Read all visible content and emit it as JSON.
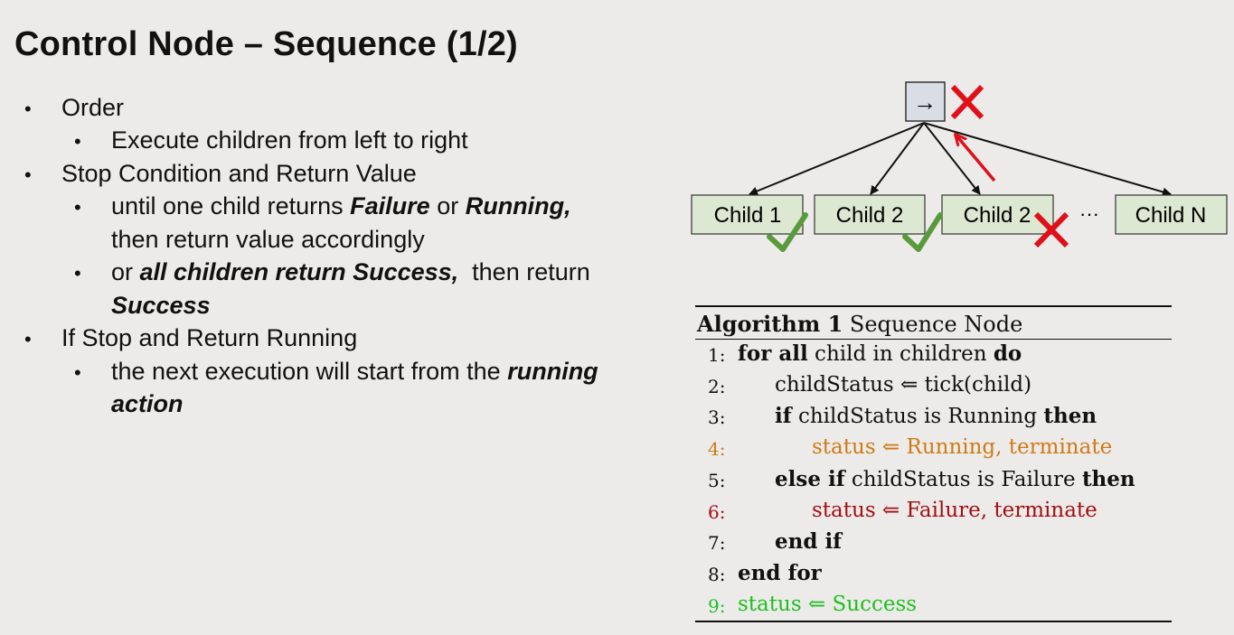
{
  "title": "Control Node – Sequence (1/2)",
  "bullets": [
    {
      "text": "Order"
    },
    {
      "text": "Execute children from left to right"
    },
    {
      "text": "Stop Condition and Return Value"
    },
    {
      "pre": "until one child returns ",
      "em1": "Failure",
      "mid": " or ",
      "em2": "Running,"
    },
    {
      "text": "then return value accordingly"
    },
    {
      "pre": "or ",
      "em1": "all children return Success,",
      "post": "  then return"
    },
    {
      "em1": "Success"
    },
    {
      "text": "If Stop and Return Running"
    },
    {
      "pre": "the next execution will start from the ",
      "em1": "running"
    },
    {
      "em1": "action"
    }
  ],
  "tree": {
    "root_symbol": "→",
    "children": [
      "Child 1",
      "Child 2",
      "Child 2",
      "Child N"
    ],
    "ellipsis": "···",
    "colors": {
      "box_fill": "#dde8d2",
      "root_fill": "#d8dde6",
      "check": "#5a9a3c",
      "cross": "#e0101a",
      "arrow": "#e0101a"
    }
  },
  "algorithm": {
    "caption_bold": "Algorithm 1",
    "caption_rest": " Sequence Node",
    "lines": [
      {
        "num": "1:",
        "parts": [
          {
            "b": "for all"
          },
          {
            "t": " child in children "
          },
          {
            "b": "do"
          }
        ]
      },
      {
        "num": "2:",
        "parts": [
          {
            "t": "childStatus ⇐ tick(child)"
          }
        ]
      },
      {
        "num": "3:",
        "parts": [
          {
            "b": "if"
          },
          {
            "t": " childStatus is Running "
          },
          {
            "b": "then"
          }
        ]
      },
      {
        "num": "4:",
        "parts": [
          {
            "t": "status ⇐ Running, terminate"
          }
        ]
      },
      {
        "num": "5:",
        "parts": [
          {
            "b": "else if"
          },
          {
            "t": " childStatus is Failure "
          },
          {
            "b": "then"
          }
        ]
      },
      {
        "num": "6:",
        "parts": [
          {
            "t": "status ⇐ Failure, terminate"
          }
        ]
      },
      {
        "num": "7:",
        "parts": [
          {
            "b": "end if"
          }
        ]
      },
      {
        "num": "8:",
        "parts": [
          {
            "b": "end for"
          }
        ]
      },
      {
        "num": "9:",
        "parts": [
          {
            "t": "status ⇐ Success"
          }
        ]
      }
    ],
    "colors": {
      "line4": "#d07a16",
      "line6": "#a30f12",
      "line9": "#1fbf1f"
    }
  }
}
